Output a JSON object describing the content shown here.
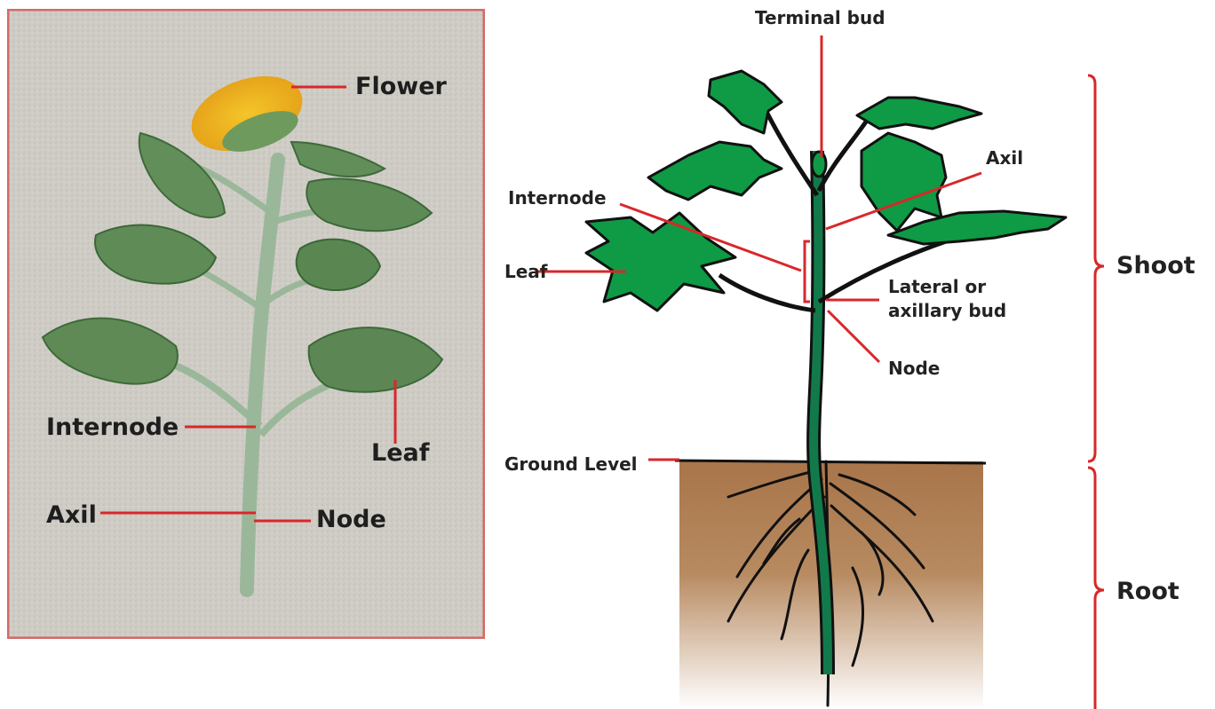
{
  "photo_panel": {
    "labels": {
      "flower": "Flower",
      "internode": "Internode",
      "leaf": "Leaf",
      "axil": "Axil",
      "node": "Node"
    }
  },
  "diagram_panel": {
    "labels": {
      "terminal_bud": "Terminal bud",
      "axil": "Axil",
      "internode": "Internode",
      "leaf": "Leaf",
      "lateral_line1": "Lateral or",
      "lateral_line2": "axillary bud",
      "node": "Node",
      "ground_level": "Ground Level",
      "shoot": "Shoot",
      "root": "Root"
    }
  },
  "colors": {
    "leader_line": "#d8282a",
    "photo_border": "#d46a66",
    "leaf_green": "#0f9a45",
    "stem_green": "#127a4a",
    "soil_brown": "#b07a4c",
    "sand": "#cdcac4"
  }
}
